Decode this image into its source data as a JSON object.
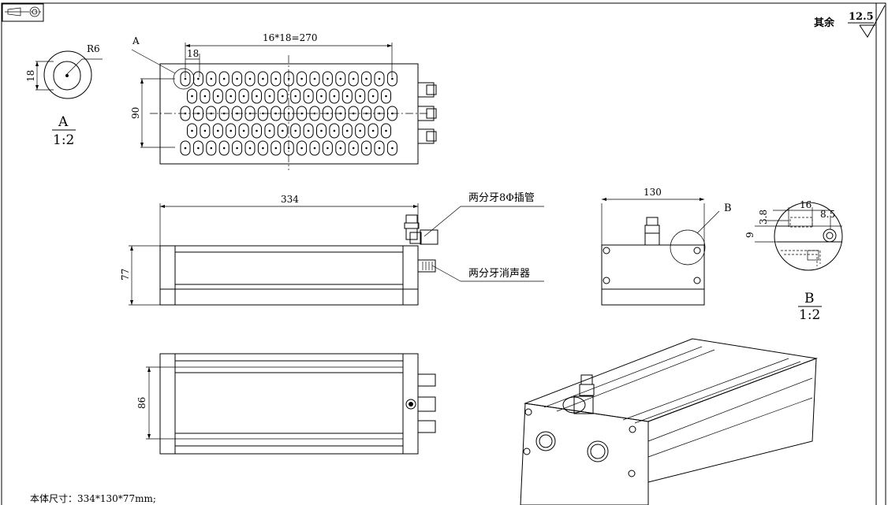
{
  "title_block": {
    "surface_note": "其余",
    "roughness_value": "12.5",
    "projection_symbol": "first-angle-projection-icon"
  },
  "detail_a": {
    "radius_label": "R6",
    "height_label": "18",
    "caption_letter": "A",
    "caption_scale": "1:2"
  },
  "top_view": {
    "callout_letter": "A",
    "pitch_label": "16*18=270",
    "first_pitch_label": "18",
    "height_label": "90"
  },
  "front_view": {
    "width_label": "334",
    "height_label": "77",
    "fitting_note": "两分牙8Φ插管",
    "muffler_note": "两分牙消声器"
  },
  "side_view": {
    "width_label": "130",
    "callout_letter": "B"
  },
  "detail_b": {
    "dim_16": "16",
    "dim_8_5": "8.5",
    "dim_3_8": "3.8",
    "dim_9": "9",
    "caption_letter": "B",
    "caption_scale": "1:2"
  },
  "bottom_view": {
    "height_label": "86"
  },
  "footer": {
    "body_size_note": "本体尺寸：334*130*77mm;"
  }
}
